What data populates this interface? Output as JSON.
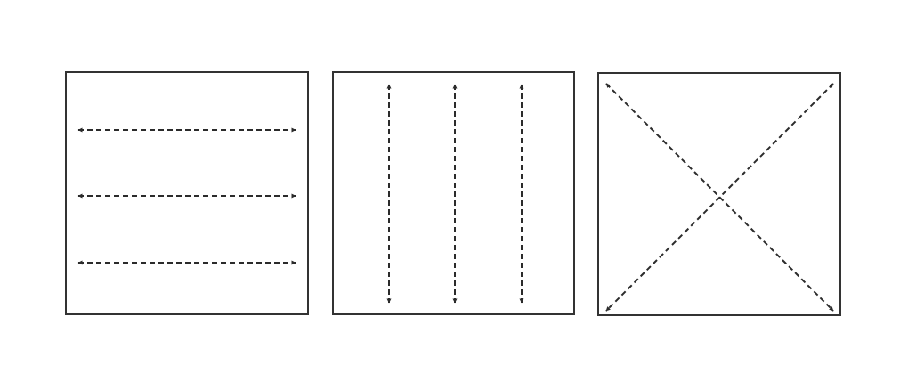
{
  "diagram": {
    "background": "#ffffff",
    "stroke_color": "#333333",
    "arrow_color": "#2b2b2b",
    "panels": [
      {
        "id": "horizontal",
        "arrow_direction": "horizontal",
        "arrow_count": 3
      },
      {
        "id": "vertical",
        "arrow_direction": "vertical",
        "arrow_count": 3
      },
      {
        "id": "diagonal",
        "arrow_direction": "diagonal",
        "arrow_count": 2
      }
    ]
  }
}
